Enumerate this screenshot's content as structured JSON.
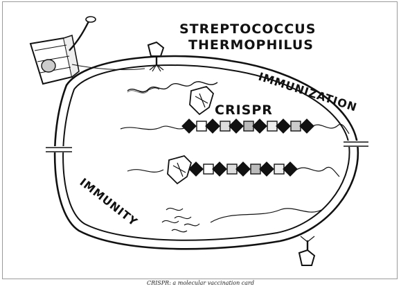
{
  "title": {
    "line1": "STREPTOCOCCUS",
    "line2": "THERMOPHILUS"
  },
  "labels": {
    "immunization": "IMMUNIZATION",
    "crispr": "CRISPR",
    "immunity": "IMMUNITY"
  },
  "caption": "CRISPR: a molecular vaccination card",
  "colors": {
    "ink": "#111111",
    "frame": "#9a9a9a",
    "background": "#ffffff"
  },
  "icons": [
    "phage-basket-icon",
    "bacteriophage-icon",
    "shield-icon"
  ]
}
